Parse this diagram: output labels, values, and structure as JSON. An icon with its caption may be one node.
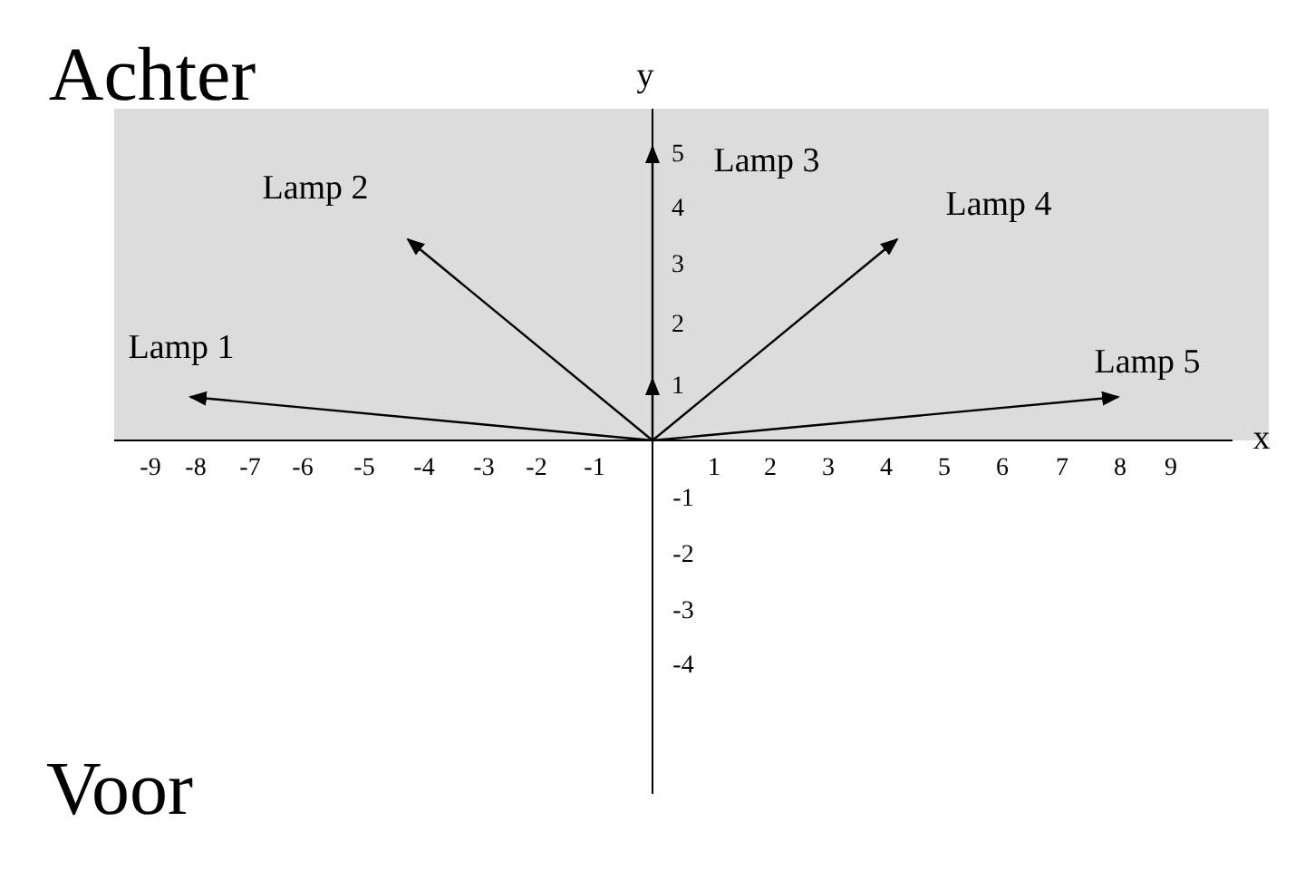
{
  "diagram": {
    "nodes": [
      {
        "text": [
          "Lamp 1"
        ]
      },
      {
        "text": [
          "Lamp 2"
        ]
      },
      {
        "text": [
          "Lamp 3"
        ]
      },
      {
        "text": [
          "Lamp 4"
        ]
      },
      {
        "text": [
          "Lamp 5"
        ]
      }
    ],
    "edges": [
      {
        "from": null,
        "to": 0,
        "arrow": "to"
      },
      {
        "from": null,
        "to": 1,
        "arrow": "to"
      },
      {
        "from": null,
        "to": 2,
        "arrow": "to"
      },
      {
        "from": null,
        "to": 3,
        "arrow": "to"
      },
      {
        "from": null,
        "to": 4,
        "arrow": "to"
      }
    ],
    "labels": [
      "Achter",
      "y",
      "5",
      "4",
      "3",
      "2",
      "1",
      "x",
      "-9",
      "-8",
      "-7",
      "-6",
      "-5",
      "-4",
      "-3",
      "-2",
      "-1",
      "1",
      "2",
      "3",
      "4",
      "5",
      "6",
      "7",
      "8",
      "9",
      "-1",
      "-2",
      "-3",
      "-4",
      "Voor"
    ]
  }
}
